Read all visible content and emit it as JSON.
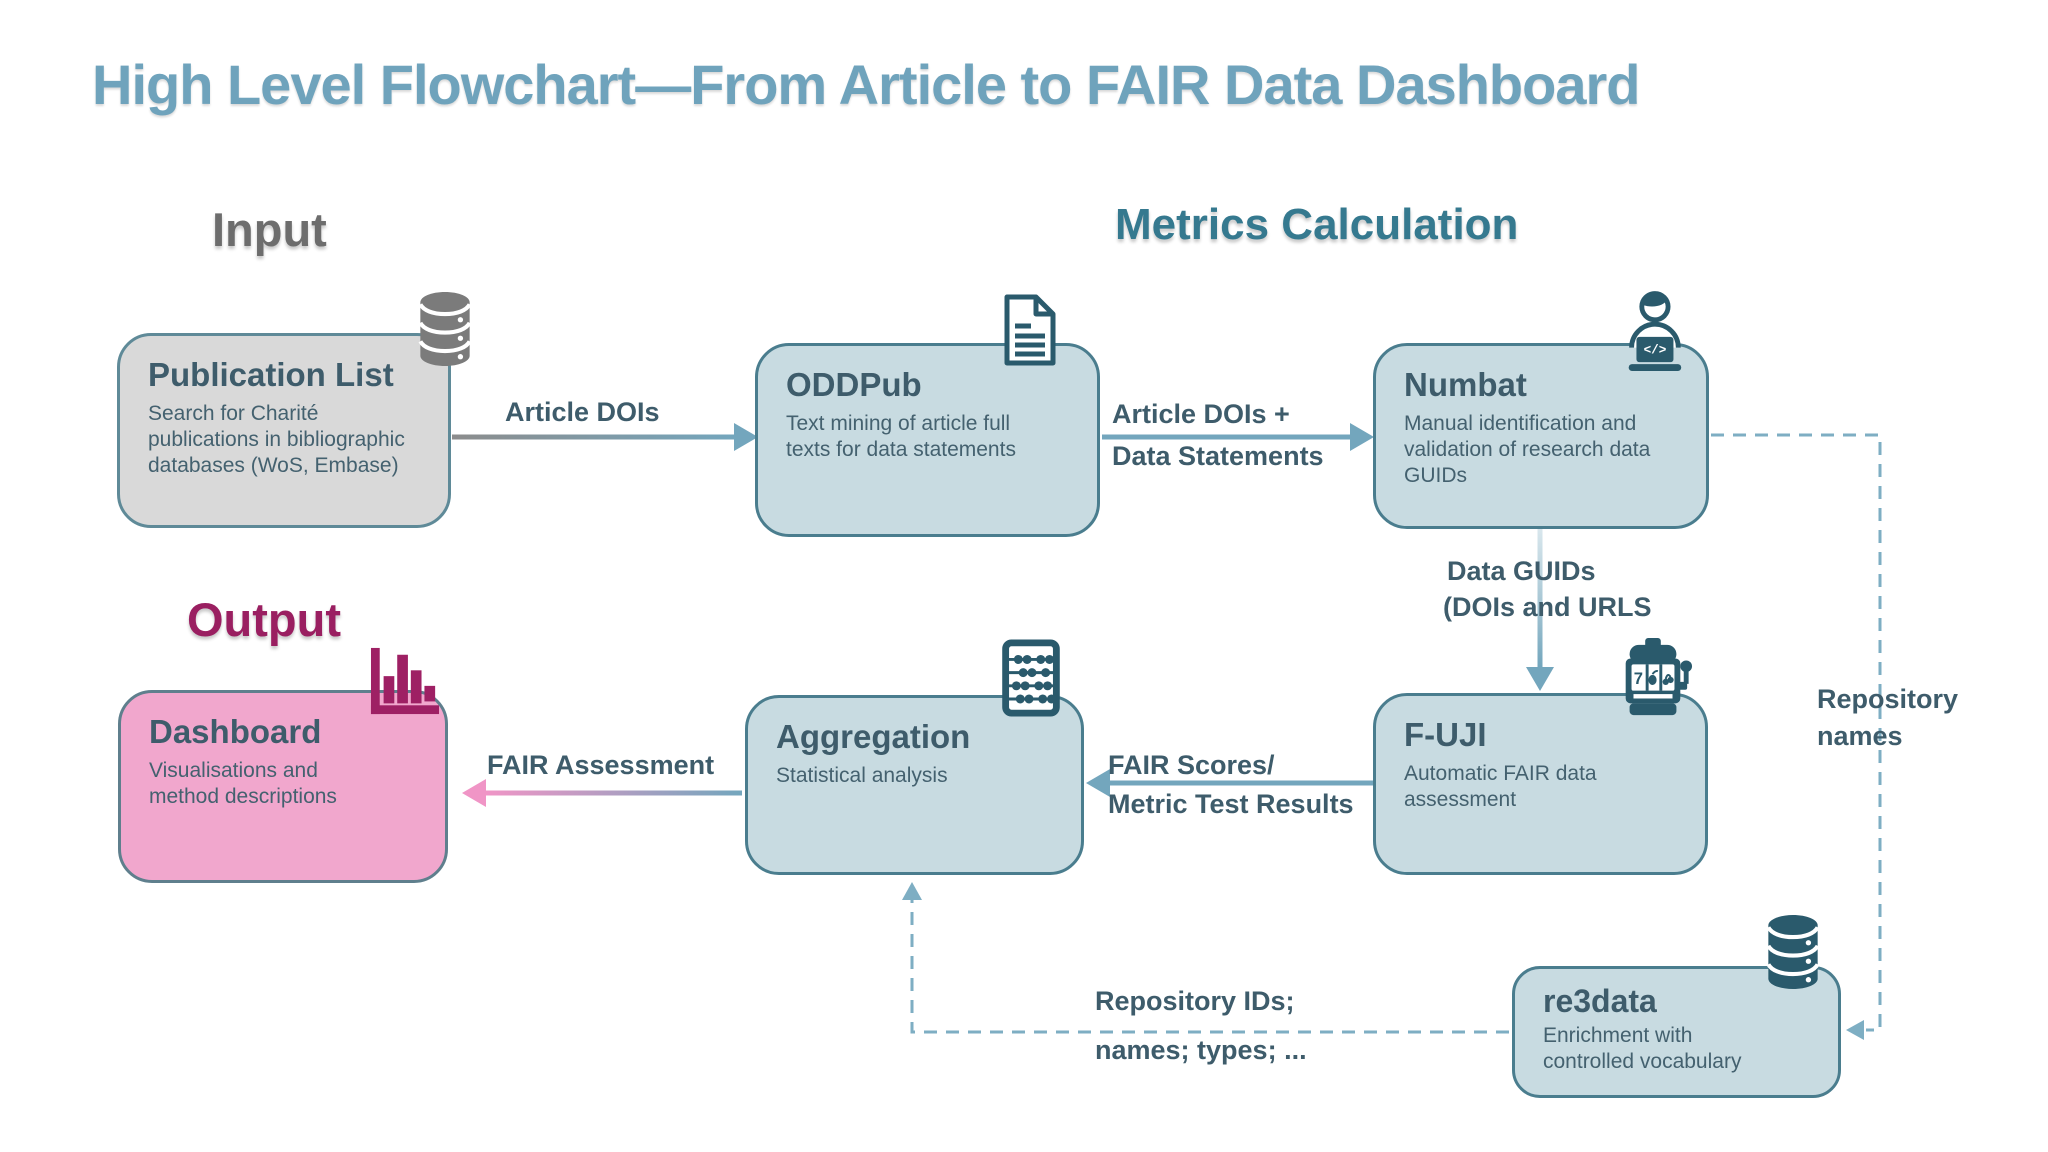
{
  "title": "High Level Flowchart—From Article to FAIR Data Dashboard",
  "sections": {
    "input": "Input",
    "metrics": "Metrics Calculation",
    "output": "Output"
  },
  "nodes": {
    "publication_list": {
      "title": "Publication List",
      "desc": "Search for Charité publications in bibliographic databases (WoS, Embase)",
      "icon": "database-icon"
    },
    "oddpub": {
      "title": "ODDPub",
      "desc": "Text mining of article full texts for data statements",
      "icon": "document-icon"
    },
    "numbat": {
      "title": "Numbat",
      "desc": "Manual identification and validation of research data GUIDs",
      "icon": "person-laptop-icon"
    },
    "fuji": {
      "title": "F-UJI",
      "desc": "Automatic FAIR data assessment",
      "icon": "slot-machine-icon"
    },
    "aggregation": {
      "title": "Aggregation",
      "desc": "Statistical analysis",
      "icon": "abacus-icon"
    },
    "dashboard": {
      "title": "Dashboard",
      "desc": "Visualisations and method descriptions",
      "icon": "bar-chart-icon"
    },
    "re3data": {
      "title": "re3data",
      "desc": "Enrichment with controlled vocabulary",
      "icon": "database-icon"
    }
  },
  "edges": {
    "article_dois": {
      "label": "Article DOIs"
    },
    "article_dois_statements": {
      "line1": "Article DOIs +",
      "line2": "Data Statements"
    },
    "data_guids": {
      "line1": "Data GUIDs",
      "line2": "(DOIs and URLS"
    },
    "fair_scores": {
      "line1": "FAIR Scores/",
      "line2": "Metric Test Results"
    },
    "fair_assessment": {
      "label": "FAIR Assessment"
    },
    "repository_names": {
      "line1": "Repository",
      "line2": "names"
    },
    "repository_ids": {
      "line1": "Repository IDs;",
      "line2": "names; types; ..."
    }
  },
  "icons": {
    "numbat_laptop_text": "</>",
    "fuji_reel_text": "7"
  },
  "colors": {
    "title": "#6FA3BC",
    "input_heading": "#6D6D6D",
    "metrics_heading": "#35798F",
    "output_heading": "#9A1F61",
    "node_fill_blue": "#C8DBE1",
    "node_fill_gray": "#D9D9D9",
    "node_fill_pink": "#F1A7CD",
    "node_border": "#4A7D8E",
    "node_text": "#3E5C6B",
    "arrow_teal": "#73A6BD",
    "arrow_gray": "#8C8C8C",
    "arrow_pink": "#EE8FC3",
    "dashed_line": "#7EAEC3",
    "icon_dark_teal": "#2A5A6C",
    "icon_gray": "#7B7B7B",
    "icon_magenta": "#9E2064"
  }
}
